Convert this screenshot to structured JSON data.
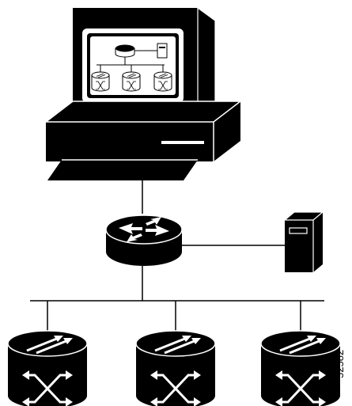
{
  "figure": {
    "id_label": "52582"
  },
  "nodes": [
    {
      "name": "management-workstation",
      "icon": "computer-monitor-icon"
    },
    {
      "name": "router",
      "icon": "router-icon"
    },
    {
      "name": "server",
      "icon": "server-tower-icon"
    },
    {
      "name": "switch-1",
      "icon": "atm-switch-icon"
    },
    {
      "name": "switch-2",
      "icon": "atm-switch-icon"
    },
    {
      "name": "switch-3",
      "icon": "atm-switch-icon"
    }
  ],
  "colors": {
    "line": "#000000",
    "fill_dark": "#000000",
    "fill_light": "#ffffff"
  }
}
